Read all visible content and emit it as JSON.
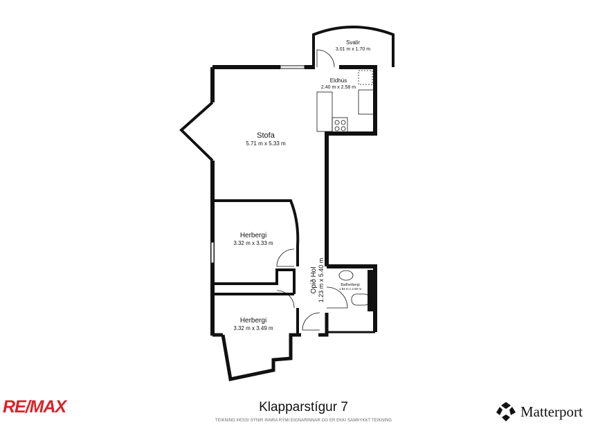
{
  "rooms": {
    "svalir": {
      "name": "Svalir",
      "size": "3.01 m x 1.70 m"
    },
    "eldhus": {
      "name": "Eldhús",
      "size": "2.40 m x 2.58 m"
    },
    "stofa": {
      "name": "Stofa",
      "size": "5.71 m x 5.33 m"
    },
    "herbergi1": {
      "name": "Herbergi",
      "size": "3.32 m x 3.33 m"
    },
    "herbergi2": {
      "name": "Herbergi",
      "size": "3.32 m x 3.49 m"
    },
    "opid_hol": {
      "name": "Opið Hol",
      "size": "1.23 m x 5.40 m"
    },
    "badherbergi": {
      "name": "Baðherbergi",
      "size": "1.84 m x 2.60 m"
    }
  },
  "footer": {
    "address": "Klapparstígur 7",
    "disclaimer": "TEIKNING ÞESSI SÝNIR INNRA RÝMI EIGNARINNAR OG ER EKKI SAMÞYKKT TEIKNING",
    "agency_logo": "RE/MAX",
    "brand_logo": "Matterport"
  },
  "colors": {
    "wall": "#111111",
    "remax": "#d8232a"
  }
}
